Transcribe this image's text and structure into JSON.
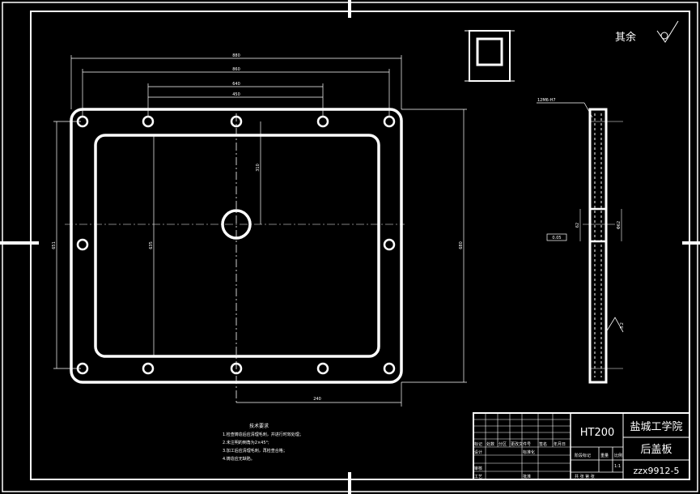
{
  "title_block": {
    "material": "HT200",
    "institution": "盐城工学院",
    "part_name": "后盖板",
    "drawing_no": "zzx9912-5",
    "grid_headers": [
      "标记",
      "处数",
      "分区",
      "更改文件号",
      "签名",
      "年月日"
    ],
    "grid_labels": [
      "设计",
      "标准化",
      "审核",
      "工艺",
      "批准"
    ],
    "stage_header": "阶段标记",
    "weight_header": "重量",
    "scale_header": "比例",
    "scale_value": "1:1",
    "sheet_text": "共 张 第 张"
  },
  "roughness_note": "其余",
  "tech_requirements": {
    "heading": "技术要求",
    "lines": [
      "1.检查铸造后应清理毛刺，并进行时效处理；",
      "2.未注明的倒角为2×45°;",
      "3.加工后应清理毛刺，再检查合格；",
      "4.铸造应无缺陷。"
    ]
  },
  "dimensions": {
    "d_880": "880",
    "d_860": "860",
    "d_640": "640",
    "d_450": "450",
    "d_top_half": "310",
    "d_inner_height": "635",
    "d_left_height": "651",
    "d_right_height": "680",
    "d_bottom": "240",
    "thread_callout": "12M6-H7",
    "boss_dim_1": "62",
    "boss_dim_2": "Φ62",
    "flatness": "0.05",
    "side_roughness": "3.2"
  }
}
